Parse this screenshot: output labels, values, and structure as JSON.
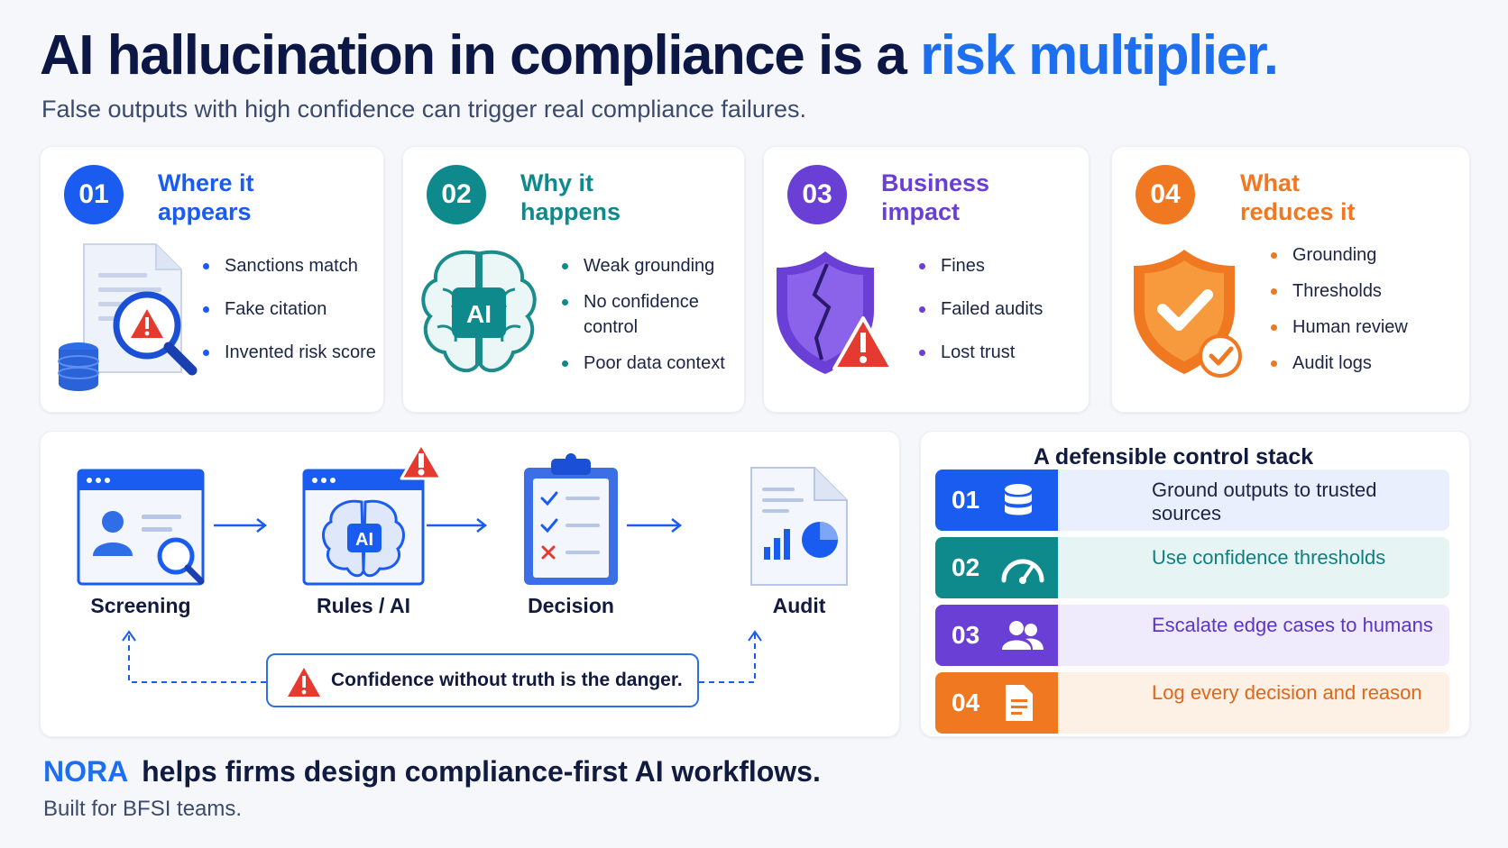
{
  "header": {
    "title_main": "AI hallucination in compliance is a",
    "title_accent": "risk multiplier.",
    "subtitle": "False outputs with high confidence can trigger real compliance failures."
  },
  "cards": [
    {
      "number": "01",
      "title": "Where it appears",
      "color": "#1a5cf0",
      "items": [
        "Sanctions match",
        "Fake citation",
        "Invented risk score"
      ]
    },
    {
      "number": "02",
      "title": "Why it happens",
      "color": "#0f8a8c",
      "items": [
        "Weak grounding",
        "No confidence control",
        "Poor data context"
      ]
    },
    {
      "number": "03",
      "title": "Business impact",
      "color": "#6a3fd6",
      "items": [
        "Fines",
        "Failed audits",
        "Lost trust"
      ]
    },
    {
      "number": "04",
      "title": "What reduces it",
      "color": "#f07820",
      "items": [
        "Grounding",
        "Thresholds",
        "Human review",
        "Audit logs"
      ]
    }
  ],
  "flow": {
    "steps": [
      "Screening",
      "Rules / AI",
      "Decision",
      "Audit"
    ],
    "warning": "Confidence without truth is the danger.",
    "ai_label": "AI"
  },
  "stack": {
    "title": "A defensible control stack",
    "rows": [
      {
        "number": "01",
        "text": "Ground outputs to trusted sources",
        "color": "#1a5cf0",
        "bg": "#e9effd",
        "text_color": "#1b2445",
        "icon": "database-icon"
      },
      {
        "number": "02",
        "text": "Use confidence thresholds",
        "color": "#0f8a8c",
        "bg": "#e6f4f3",
        "text_color": "#0f7f80",
        "icon": "gauge-icon"
      },
      {
        "number": "03",
        "text": "Escalate edge cases to humans",
        "color": "#6a3fd6",
        "bg": "#efeafc",
        "text_color": "#5b34c8",
        "icon": "users-icon"
      },
      {
        "number": "04",
        "text": "Log every decision and reason",
        "color": "#f07820",
        "bg": "#fdf0e4",
        "text_color": "#e0661a",
        "icon": "document-icon"
      }
    ]
  },
  "footer": {
    "brand": "NORA",
    "tagline": "helps firms design compliance-first AI workflows.",
    "sub": "Built for BFSI teams."
  }
}
